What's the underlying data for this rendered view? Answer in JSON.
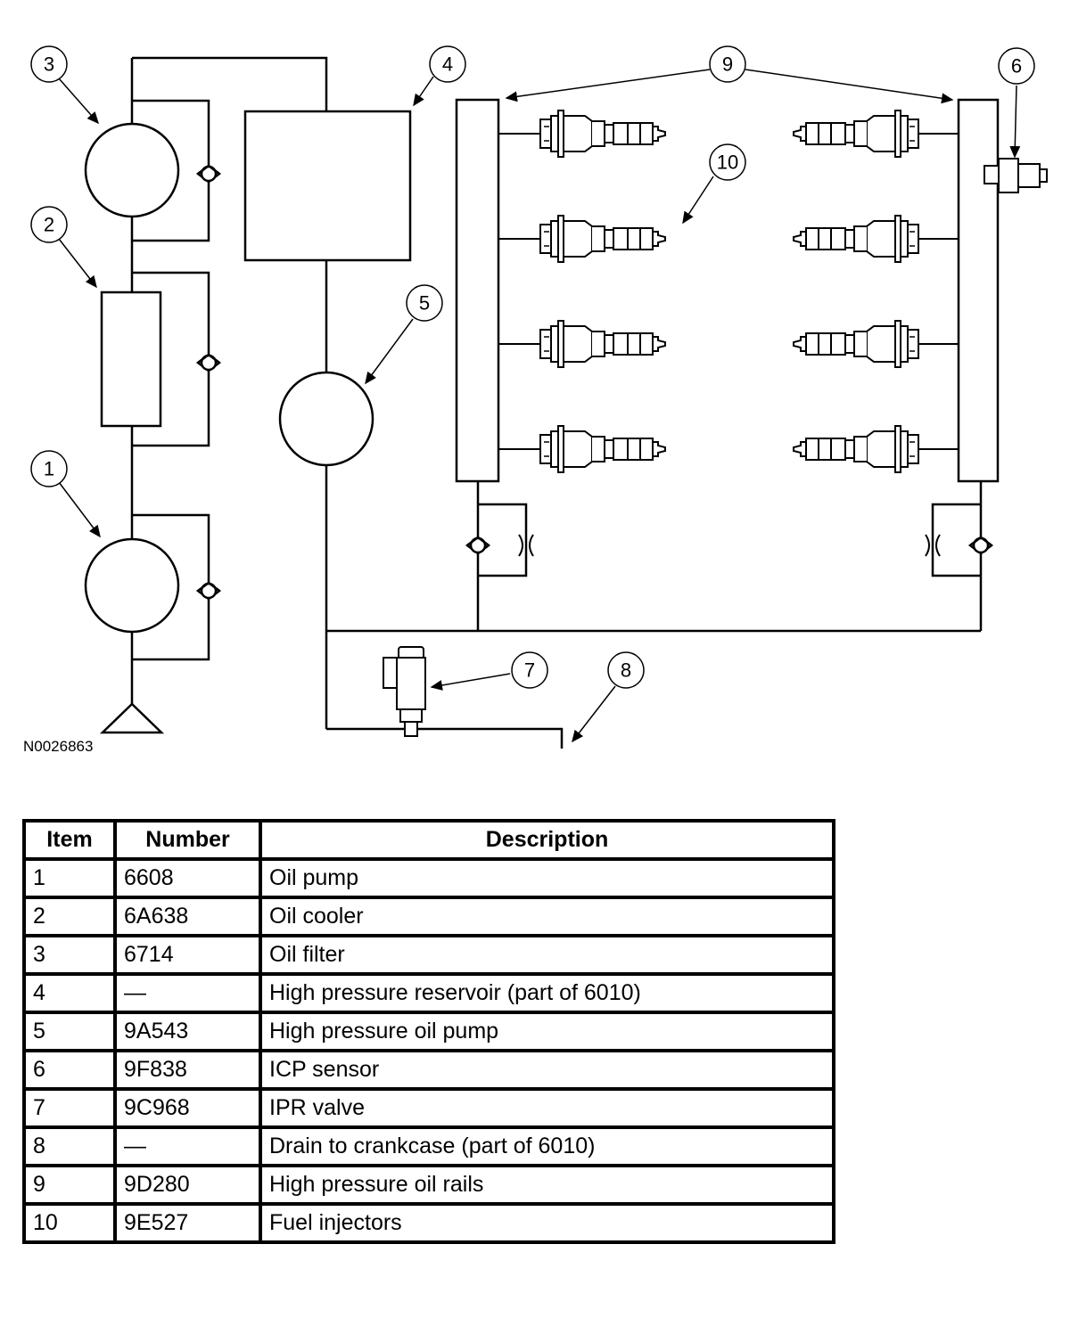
{
  "figure_id": "N0026863",
  "callouts": [
    "1",
    "2",
    "3",
    "4",
    "5",
    "6",
    "7",
    "8",
    "9",
    "10"
  ],
  "table": {
    "headers": {
      "item": "Item",
      "number": "Number",
      "description": "Description"
    },
    "rows": [
      {
        "item": "1",
        "number": "6608",
        "description": "Oil pump"
      },
      {
        "item": "2",
        "number": "6A638",
        "description": "Oil cooler"
      },
      {
        "item": "3",
        "number": "6714",
        "description": "Oil filter"
      },
      {
        "item": "4",
        "number": "—",
        "description": "High pressure reservoir (part of 6010)"
      },
      {
        "item": "5",
        "number": "9A543",
        "description": "High pressure oil pump"
      },
      {
        "item": "6",
        "number": "9F838",
        "description": "ICP sensor"
      },
      {
        "item": "7",
        "number": "9C968",
        "description": "IPR valve"
      },
      {
        "item": "8",
        "number": "—",
        "description": "Drain to crankcase (part of 6010)"
      },
      {
        "item": "9",
        "number": "9D280",
        "description": "High pressure oil rails"
      },
      {
        "item": "10",
        "number": "9E527",
        "description": "Fuel injectors"
      }
    ]
  }
}
